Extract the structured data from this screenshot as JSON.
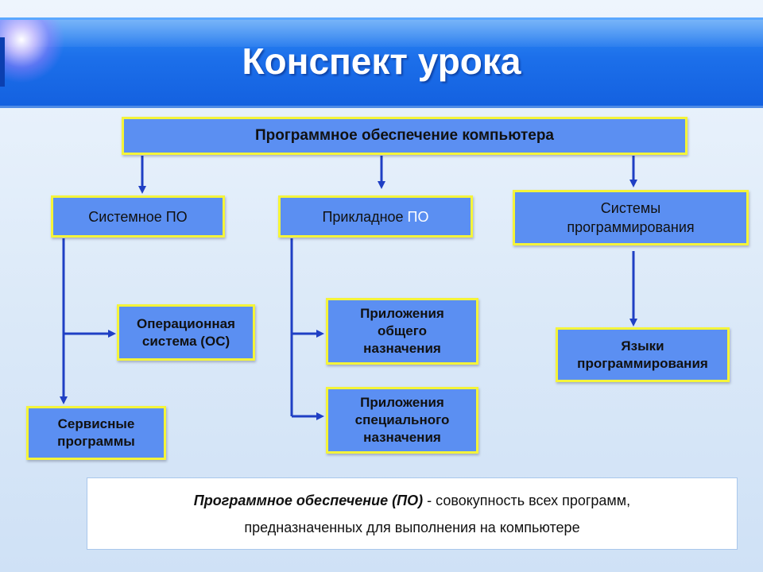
{
  "title": "Конспект урока",
  "root": "Программное обеспечение компьютера",
  "system": "Системное ПО",
  "applied": {
    "text": "Прикладное ",
    "accent": "ПО"
  },
  "programming_systems": "Системы программирования",
  "os": "Операционная система (ОС)",
  "service": "Сервисные программы",
  "general_apps": "Приложения общего назначения",
  "special_apps": "Приложения специального назначения",
  "languages": "Языки программирования",
  "definition": {
    "term": "Программное обеспечение (ПО)",
    "line1_rest": " - совокупность всех программ,",
    "line2": "предназначенных для выполнения на компьютере"
  },
  "colors": {
    "banner": "#1c6fea",
    "node_fill": "#5b8ff2",
    "node_border": "#f4f43a",
    "connector": "#1f3fc4"
  }
}
